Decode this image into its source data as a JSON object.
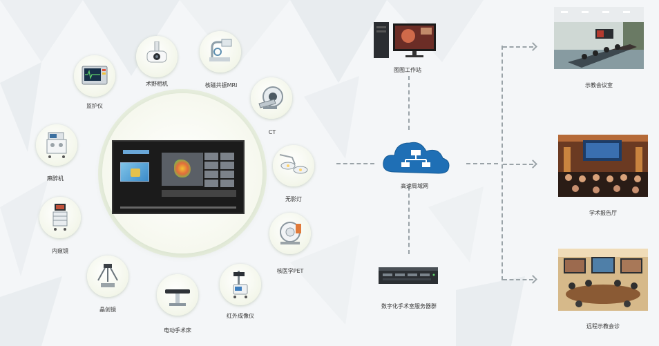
{
  "hub": {
    "devices": [
      {
        "id": "monitor",
        "label": "监护仪",
        "icon": "patient-monitor-icon"
      },
      {
        "id": "surgical-camera",
        "label": "术野相机",
        "icon": "surgical-camera-icon"
      },
      {
        "id": "mri",
        "label": "核磁共振MRI",
        "icon": "mri-icon"
      },
      {
        "id": "ct",
        "label": "CT",
        "icon": "ct-scanner-icon"
      },
      {
        "id": "shadowless-lamp",
        "label": "无影灯",
        "icon": "surgical-lamp-icon"
      },
      {
        "id": "pet",
        "label": "核医学PET",
        "icon": "pet-scanner-icon"
      },
      {
        "id": "infrared",
        "label": "红外成像仪",
        "icon": "infrared-imager-icon"
      },
      {
        "id": "table",
        "label": "电动手术床",
        "icon": "operating-table-icon"
      },
      {
        "id": "robot",
        "label": "晶创镜",
        "icon": "surgical-robot-icon"
      },
      {
        "id": "endoscope",
        "label": "内窥镜",
        "icon": "endoscope-tower-icon"
      },
      {
        "id": "anesthesia",
        "label": "麻醉机",
        "icon": "anesthesia-machine-icon"
      }
    ]
  },
  "network": {
    "cloud_label": "高速局域网",
    "workstation_label": "图图工作站",
    "server_label": "数字化手术室服务器群"
  },
  "destinations": [
    {
      "id": "conference",
      "label": "示教会议室",
      "icon": "conference-room-icon"
    },
    {
      "id": "lecture",
      "label": "学术报告厅",
      "icon": "lecture-hall-icon"
    },
    {
      "id": "remote",
      "label": "远程示教会诊",
      "icon": "video-conference-icon"
    }
  ],
  "colors": {
    "cloud": "#1f6fb5",
    "node_ring": "#e2ebcf",
    "dash": "#9aa3a8"
  }
}
